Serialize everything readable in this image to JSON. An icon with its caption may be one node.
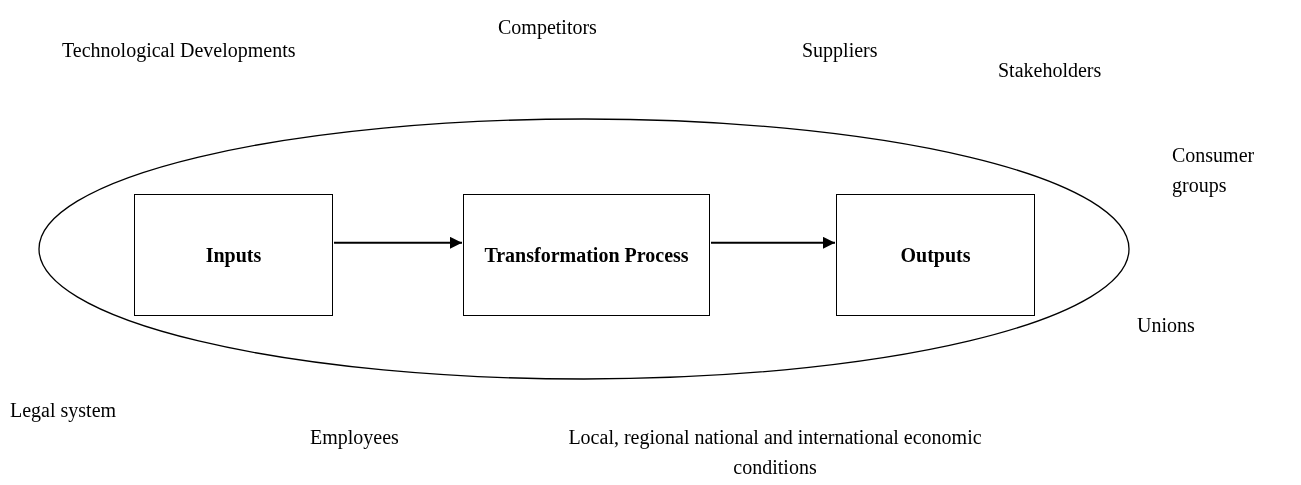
{
  "diagram": {
    "nodes": [
      {
        "text": [],
        "shape": "ellipse"
      },
      {
        "text": [
          "Inputs"
        ],
        "in": 0
      },
      {
        "text": [
          "Transformation Process"
        ],
        "in": 0
      },
      {
        "text": [
          "Outputs"
        ],
        "in": 0
      }
    ],
    "edges": [
      {
        "from": 1,
        "to": 2,
        "arrow": "to"
      },
      {
        "from": 2,
        "to": 3,
        "arrow": "to"
      }
    ],
    "labels": [
      "Competitors",
      "Technological Developments",
      "Suppliers",
      "Stakeholders",
      "Consumer groups",
      "Unions",
      "Legal system",
      "Employees",
      "Local, regional national and international economic conditions"
    ]
  }
}
